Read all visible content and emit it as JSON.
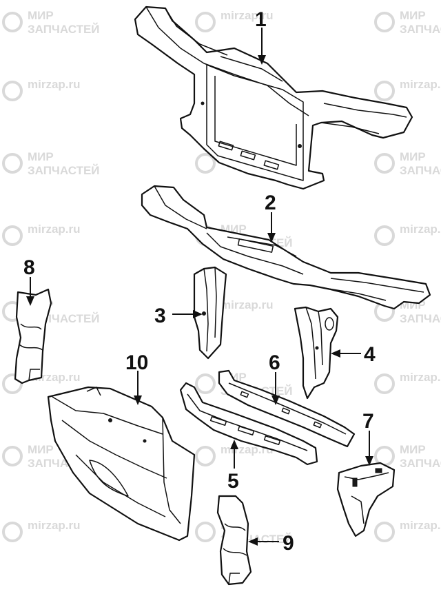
{
  "watermarks": [
    {
      "line1": "МИР",
      "line2": "ЗАПЧАСТЕЙ"
    },
    {
      "line1": "mirzap.ru",
      "line2": ""
    },
    {
      "line1": "МИР",
      "line2": "ЗАПЧАСТЕЙ"
    },
    {
      "line1": "mirzap.ru",
      "line2": ""
    },
    {
      "line1": "МИР",
      "line2": "ЗАПЧАСТЕЙ"
    },
    {
      "line1": "mirzap.ru",
      "line2": ""
    },
    {
      "line1": "МИР",
      "line2": "ЗАПЧАСТЕЙ"
    },
    {
      "line1": "mirzap.ru",
      "line2": ""
    },
    {
      "line1": "МИР",
      "line2": "ЗАПЧАСТЕЙ"
    },
    {
      "line1": "mirzap.ru",
      "line2": ""
    },
    {
      "line1": "МИР",
      "line2": "ЗАПЧАСТЕЙ"
    },
    {
      "line1": "mirzap.ru",
      "line2": ""
    },
    {
      "line1": "МИР",
      "line2": "ЗАПЧАСТЕЙ"
    },
    {
      "line1": "mirzap.ru",
      "line2": ""
    },
    {
      "line1": "МИР",
      "line2": "ЗАПЧАСТЕЙ"
    },
    {
      "line1": "mirzap.ru",
      "line2": ""
    },
    {
      "line1": "МИР",
      "line2": "ЗАПЧАСТЕЙ"
    },
    {
      "line1": "mirzap.ru",
      "line2": ""
    },
    {
      "line1": "МИР",
      "line2": "ЗАПЧАСТЕЙ"
    },
    {
      "line1": "mirzap.ru",
      "line2": ""
    },
    {
      "line1": "МИР",
      "line2": "ЗАПЧАСТЕЙ"
    },
    {
      "line1": "mirzap.ru",
      "line2": ""
    },
    {
      "line1": "МИР",
      "line2": "ЗАПЧАСТЕЙ"
    },
    {
      "line1": "mirzap.ru",
      "line2": ""
    }
  ],
  "callouts": {
    "c1": "1",
    "c2": "2",
    "c3": "3",
    "c4": "4",
    "c5": "5",
    "c6": "6",
    "c7": "7",
    "c8": "8",
    "c9": "9",
    "c10": "10"
  },
  "colors": {
    "line": "#111111",
    "watermark": "#d9d9d9",
    "background": "#ffffff"
  }
}
